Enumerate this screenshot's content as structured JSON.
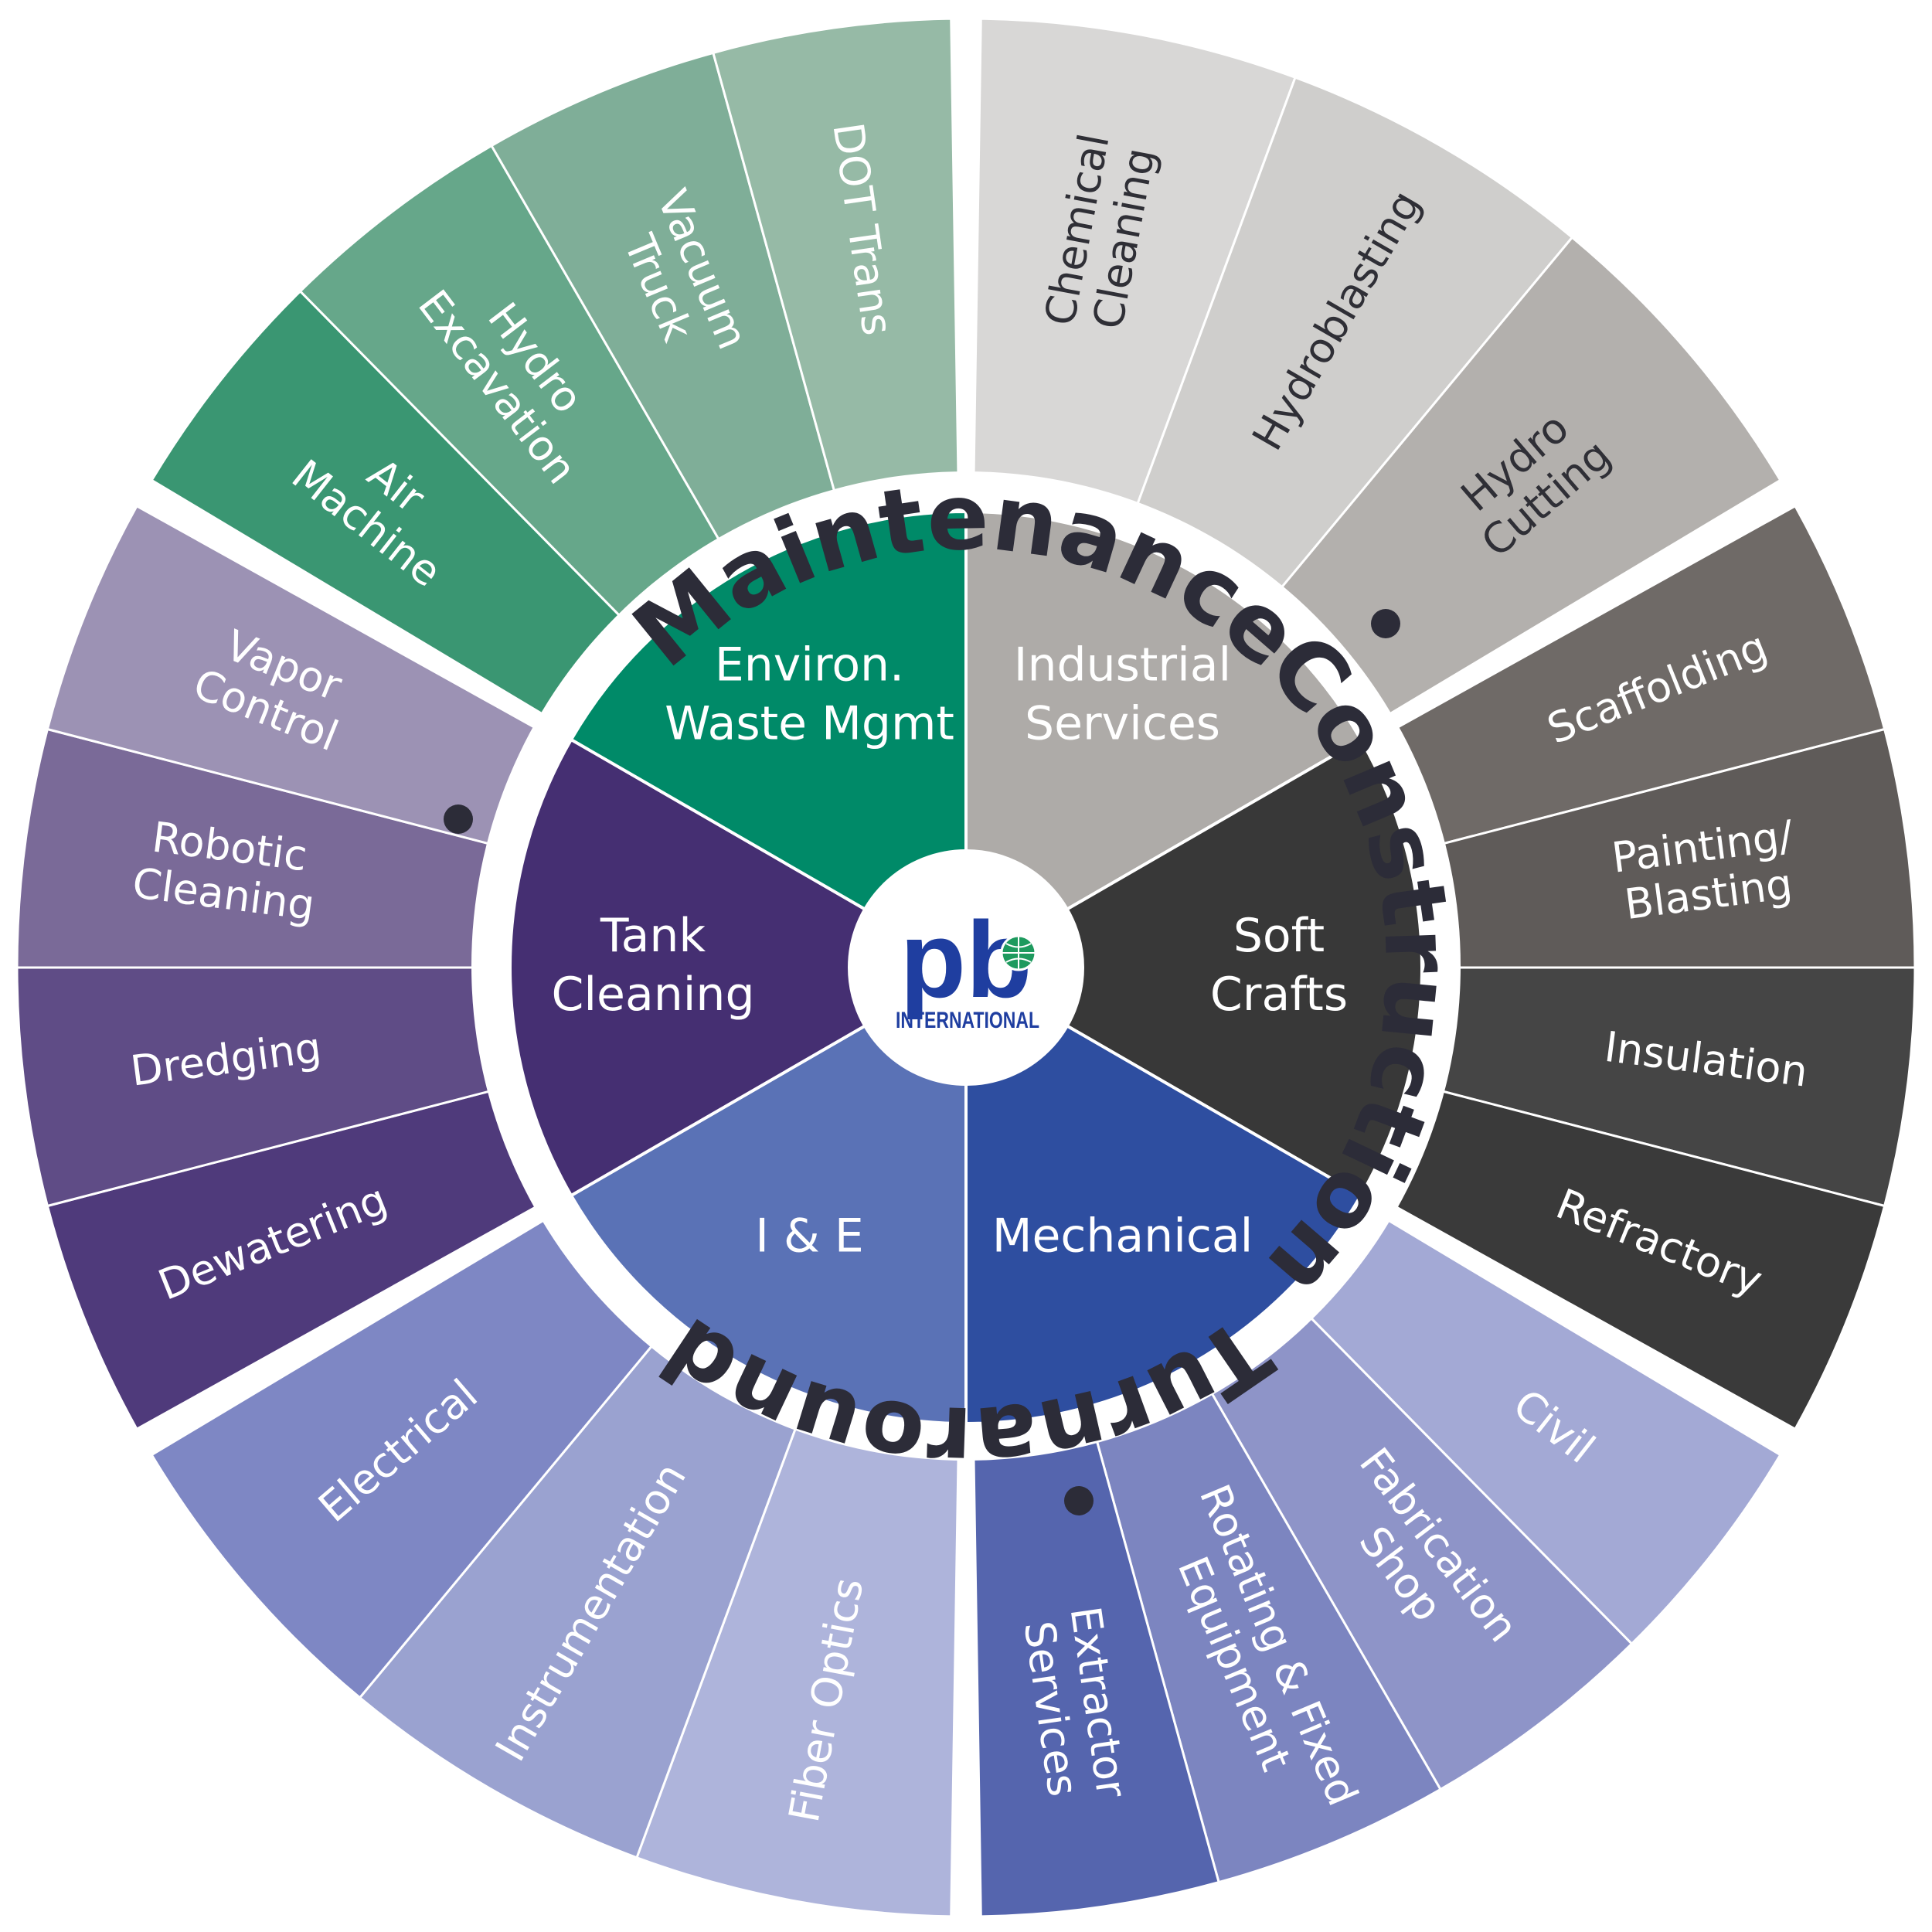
{
  "ring_labels": [
    {
      "key": "maintenance",
      "text": "Maintenance"
    },
    {
      "key": "construction",
      "text": "Construction"
    },
    {
      "key": "turnaround",
      "text": "Turnaround"
    }
  ],
  "logo": {
    "letters": "pb",
    "subtitle": "INTERNATIONAL"
  },
  "inner_segments": [
    {
      "key": "industrial",
      "lines": [
        "Industrial",
        "Services"
      ],
      "color": "#aeaba8"
    },
    {
      "key": "soft",
      "lines": [
        "Soft",
        "Crafts"
      ],
      "color": "#383838"
    },
    {
      "key": "mechanical",
      "lines": [
        "Mechanical"
      ],
      "color": "#2e4ea0"
    },
    {
      "key": "ie",
      "lines": [
        "I & E"
      ],
      "color": "#5a72b6"
    },
    {
      "key": "tank",
      "lines": [
        "Tank",
        "Cleaning"
      ],
      "color": "#452f72"
    },
    {
      "key": "environ",
      "lines": [
        "Environ.",
        "Waste Mgmt"
      ],
      "color": "#008a68"
    }
  ],
  "outer_segments": [
    {
      "key": "chemical-cleaning",
      "lines": [
        "Chemical",
        "Cleaning"
      ],
      "color": "#d8d7d6",
      "dark": true
    },
    {
      "key": "hydroblasting",
      "lines": [
        "Hydroblasting"
      ],
      "color": "#cfcecc",
      "dark": true
    },
    {
      "key": "hydro-cutting",
      "lines": [
        "Hydro",
        "Cutting"
      ],
      "color": "#b3b0ad",
      "dark": true
    },
    {
      "key": "scaffolding",
      "lines": [
        "Scaffolding"
      ],
      "color": "#6f6a67"
    },
    {
      "key": "painting-blasting",
      "lines": [
        "Painting/",
        "Blasting"
      ],
      "color": "#5f5b59"
    },
    {
      "key": "insulation",
      "lines": [
        "Insulation"
      ],
      "color": "#454545"
    },
    {
      "key": "refractory",
      "lines": [
        "Refractory"
      ],
      "color": "#3a3a3a"
    },
    {
      "key": "civil",
      "lines": [
        "Civil"
      ],
      "color": "#a3a9d5"
    },
    {
      "key": "fabrication-shop",
      "lines": [
        "Fabrication",
        "Shop"
      ],
      "color": "#8e94c8"
    },
    {
      "key": "rotating-fixed-equipment",
      "lines": [
        "Rotating & Fixed",
        "Equipment"
      ],
      "color": "#7c85c0"
    },
    {
      "key": "extractor-services",
      "lines": [
        "Extractor",
        "Services"
      ],
      "color": "#5565ae"
    },
    {
      "key": "fiber-optics",
      "lines": [
        "Fiber Optics"
      ],
      "color": "#aeb4db"
    },
    {
      "key": "instrumentation",
      "lines": [
        "Instrumentation"
      ],
      "color": "#9aa2d0"
    },
    {
      "key": "electrical",
      "lines": [
        "Electrical"
      ],
      "color": "#7e87c4"
    },
    {
      "key": "dewatering",
      "lines": [
        "Dewatering"
      ],
      "color": "#4f3a7b"
    },
    {
      "key": "dredging",
      "lines": [
        "Dredging"
      ],
      "color": "#5f4c86"
    },
    {
      "key": "robotic-cleaning",
      "lines": [
        "Robotic",
        "Cleaning"
      ],
      "color": "#7a6a98"
    },
    {
      "key": "vapor-control",
      "lines": [
        "Vapor",
        "Control"
      ],
      "color": "#9c92b4"
    },
    {
      "key": "air-machine",
      "lines": [
        "Air",
        "Machine"
      ],
      "color": "#3a9672"
    },
    {
      "key": "hydro-excavation",
      "lines": [
        "Hydro",
        "Excavation"
      ],
      "color": "#66a78a"
    },
    {
      "key": "vacuum-truck",
      "lines": [
        "Vacuum",
        "Truck"
      ],
      "color": "#7fae98"
    },
    {
      "key": "dot-trans",
      "lines": [
        "DOT Trans"
      ],
      "color": "#96baa6"
    }
  ]
}
